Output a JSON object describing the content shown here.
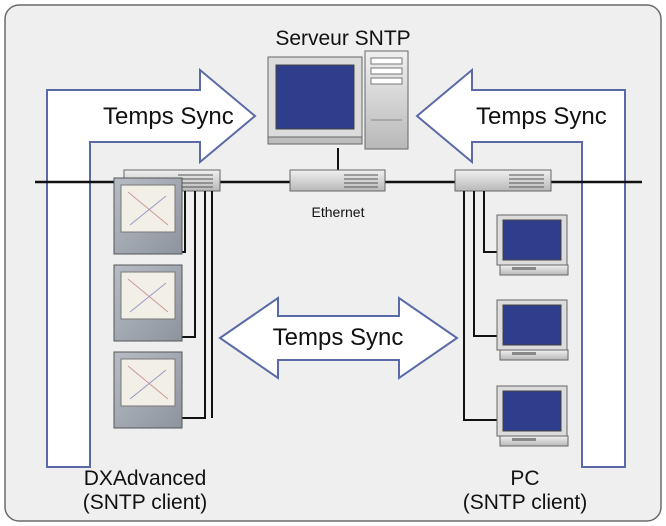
{
  "server": {
    "title": "Serveur SNTP"
  },
  "network": {
    "label": "Ethernet"
  },
  "sync": {
    "left": "Temps Sync",
    "right": "Temps Sync",
    "center": "Temps Sync"
  },
  "clients": {
    "dx_name": "DXAdvanced",
    "dx_role": "(SNTP client)",
    "pc_name": "PC",
    "pc_role": "(SNTP client)"
  },
  "colors": {
    "panel_bg": "#efefef",
    "panel_border": "#6a6a6a",
    "arrow_stroke": "#5a6aa8",
    "monitor_screen": "#2e3d8c",
    "device_gray": "#c8c8c8"
  }
}
